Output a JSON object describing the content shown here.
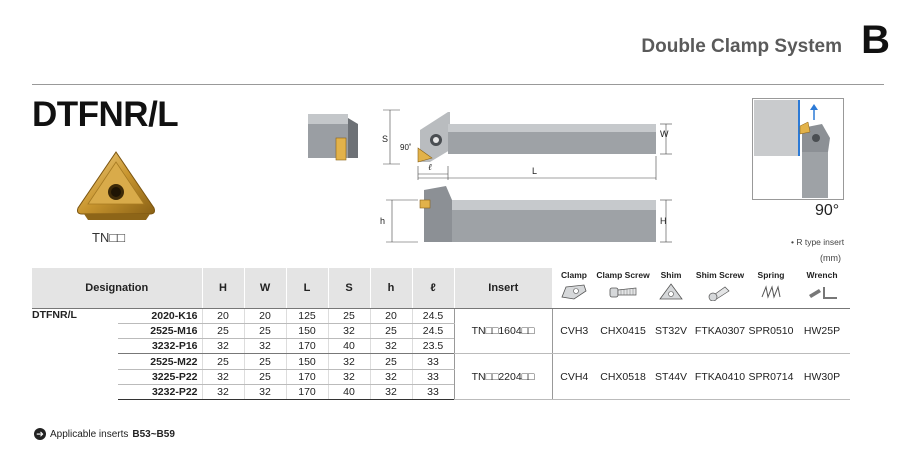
{
  "header": {
    "title": "Double Clamp System",
    "section": "B"
  },
  "product": {
    "title": "DTFNR/L",
    "insert_label": "TN□□"
  },
  "drawing": {
    "labels": {
      "s": "S",
      "w": "W",
      "l": "L",
      "l_small": "ℓ",
      "angle_small": "90˚",
      "h_small": "h",
      "h_big": "H"
    },
    "angle": "90°",
    "rtype_note": "• R type insert",
    "unit": "(mm)"
  },
  "table": {
    "headers": {
      "designation": "Designation",
      "H": "H",
      "W": "W",
      "L": "L",
      "S": "S",
      "h": "h",
      "l": "ℓ",
      "insert": "Insert"
    },
    "accessories": [
      "Clamp",
      "Clamp Screw",
      "Shim",
      "Shim Screw",
      "Spring",
      "Wrench"
    ],
    "family": "DTFNR/L",
    "rows": [
      {
        "code": "2020-K16",
        "H": "20",
        "W": "20",
        "L": "125",
        "S": "25",
        "h": "20",
        "l": "24.5"
      },
      {
        "code": "2525-M16",
        "H": "25",
        "W": "25",
        "L": "150",
        "S": "32",
        "h": "25",
        "l": "24.5"
      },
      {
        "code": "3232-P16",
        "H": "32",
        "W": "32",
        "L": "170",
        "S": "40",
        "h": "32",
        "l": "23.5"
      },
      {
        "code": "2525-M22",
        "H": "25",
        "W": "25",
        "L": "150",
        "S": "32",
        "h": "25",
        "l": "33"
      },
      {
        "code": "3225-P22",
        "H": "32",
        "W": "25",
        "L": "170",
        "S": "32",
        "h": "32",
        "l": "33"
      },
      {
        "code": "3232-P22",
        "H": "32",
        "W": "32",
        "L": "170",
        "S": "40",
        "h": "32",
        "l": "33"
      }
    ],
    "groups": [
      {
        "insert": "TN□□1604□□",
        "clamp": "CVH3",
        "clamp_screw": "CHX0415",
        "shim": "ST32V",
        "shim_screw": "FTKA0307",
        "spring": "SPR0510",
        "wrench": "HW25P"
      },
      {
        "insert": "TN□□2204□□",
        "clamp": "CVH4",
        "clamp_screw": "CHX0518",
        "shim": "ST44V",
        "shim_screw": "FTKA0410",
        "spring": "SPR0714",
        "wrench": "HW30P"
      }
    ]
  },
  "footer": {
    "text": "Applicable inserts",
    "ref": "B53~B59"
  }
}
